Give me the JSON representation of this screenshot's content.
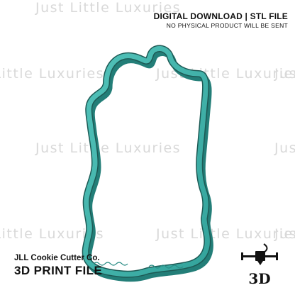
{
  "watermark": {
    "text": "Just Little Luxuries"
  },
  "header": {
    "title": "DIGITAL DOWNLOAD | STL FILE",
    "subtitle": "NO PHYSICAL PRODUCT WILL BE SENT"
  },
  "footer": {
    "brand": "JLL Cookie Cutter Co.",
    "label": "3D PRINT FILE"
  },
  "printer_icon": {
    "name": "3d-printer-icon",
    "text": "3D"
  },
  "colors": {
    "cutter_fill": "#3fb3aa",
    "cutter_dark": "#2c8f88",
    "cutter_edge": "#1f5f5a",
    "watermark": "#d9d9d9",
    "text": "#111111"
  }
}
